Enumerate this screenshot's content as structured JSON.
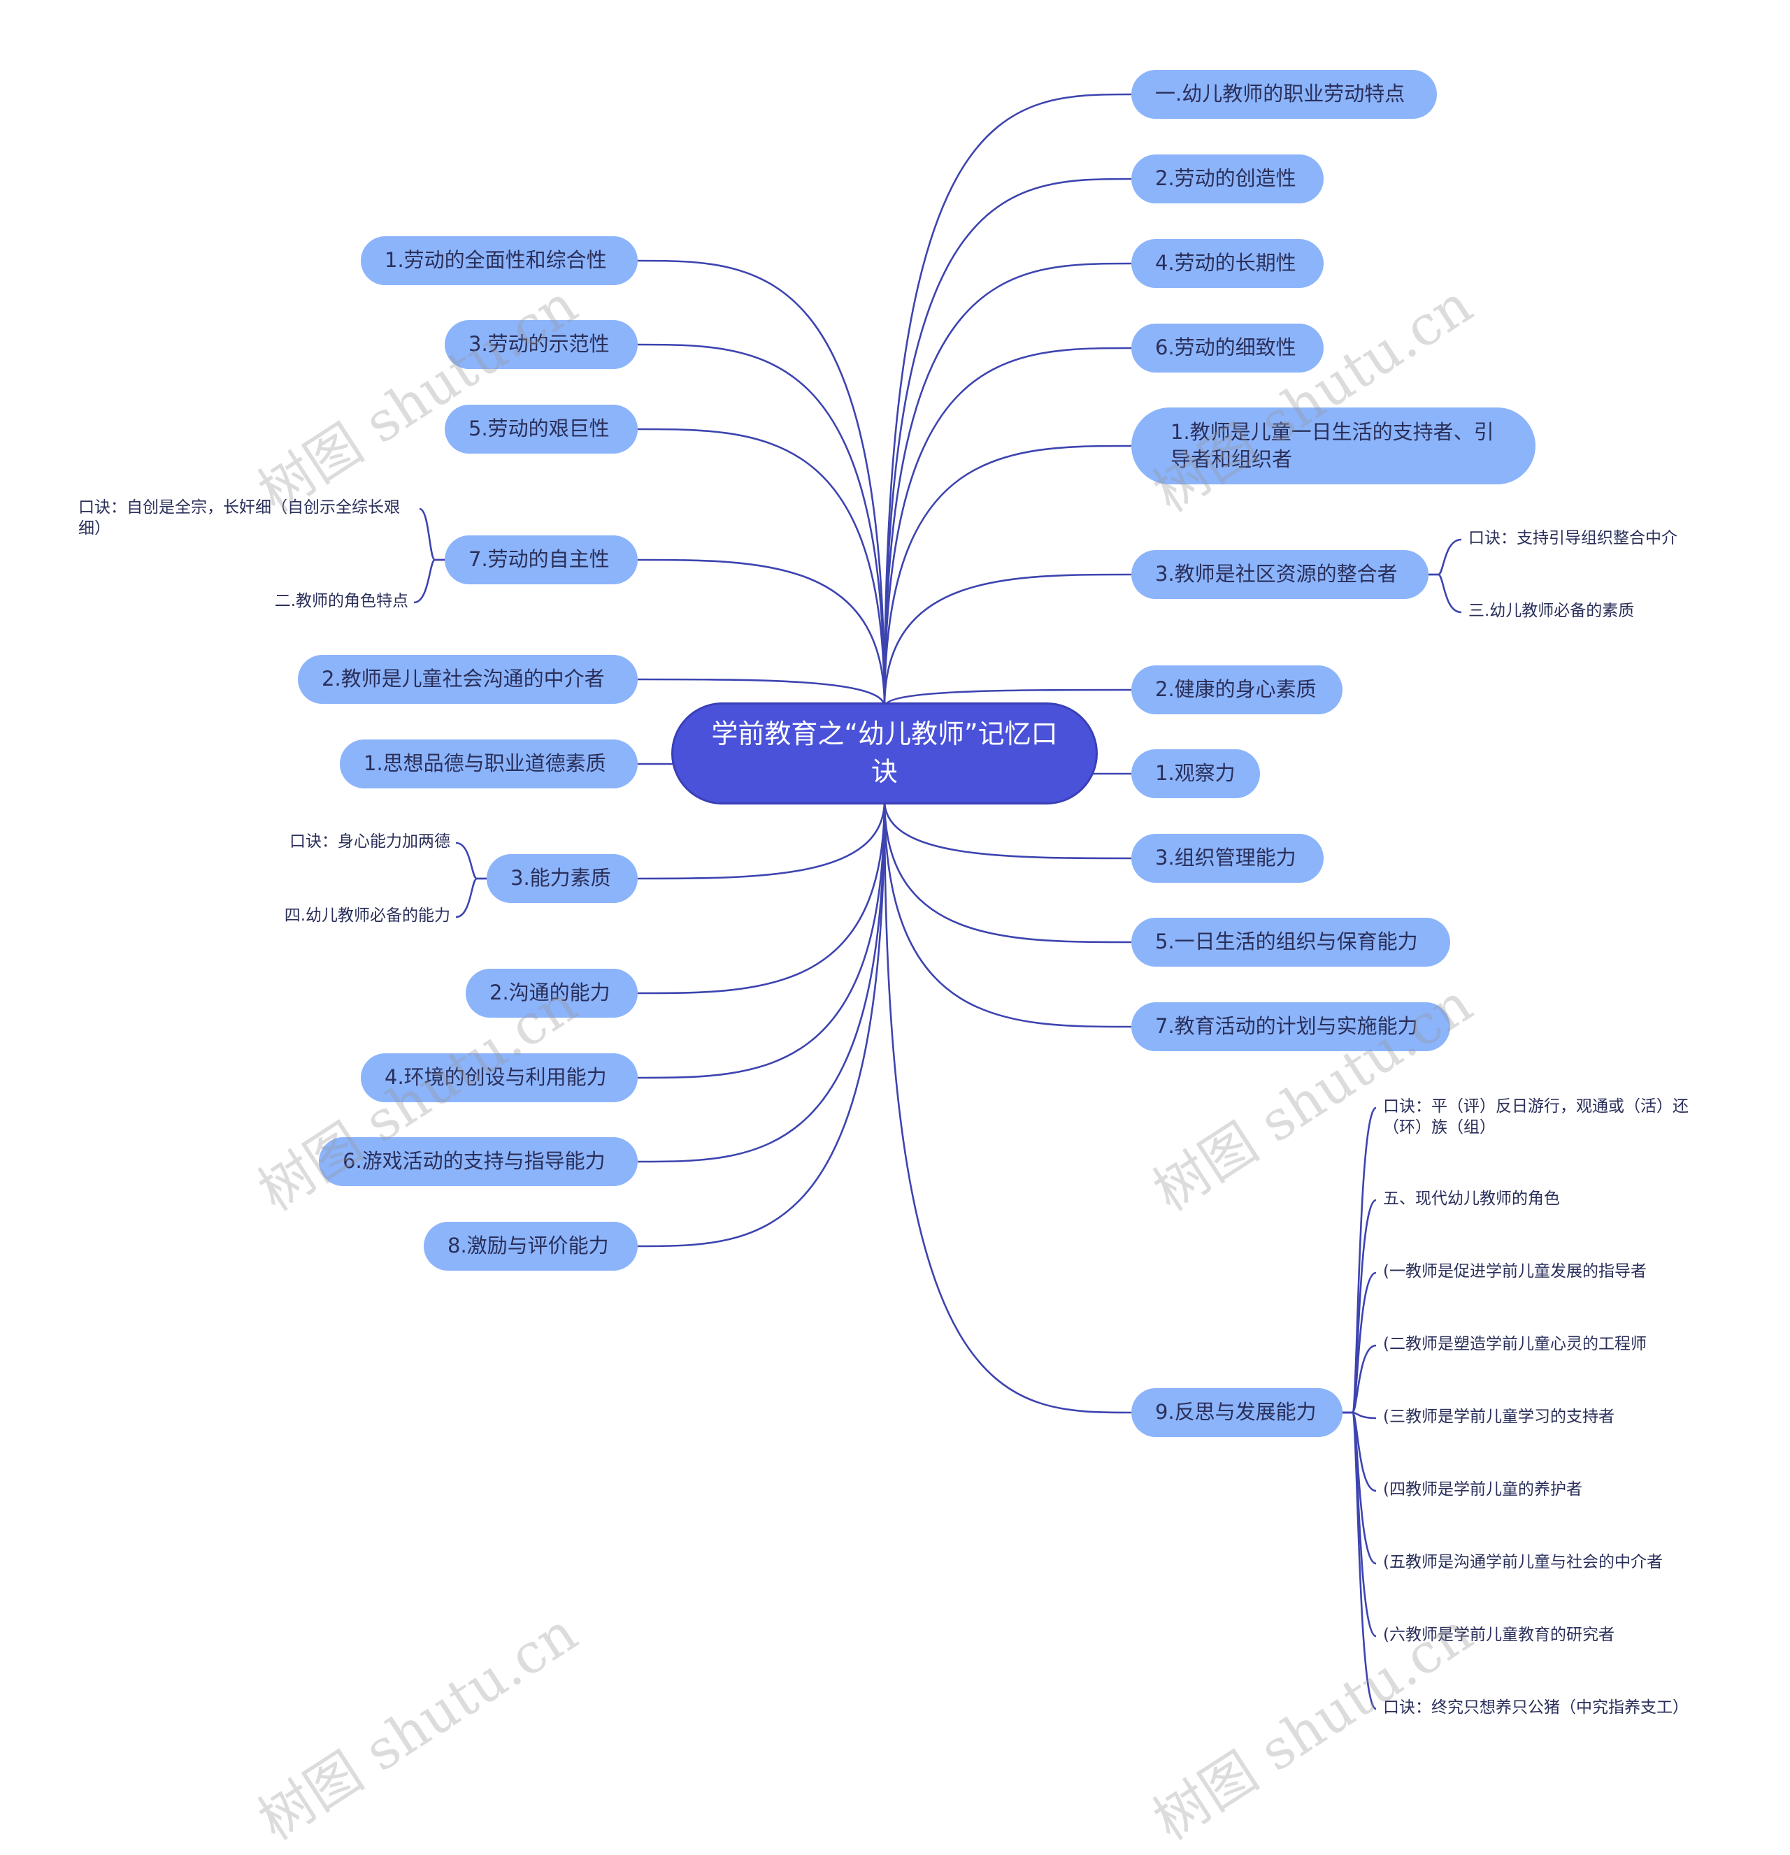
{
  "root": "学前教育之“幼儿教师”记忆口诀",
  "right_branches": [
    {
      "label": "一.幼儿教师的职业劳动特点"
    },
    {
      "label": "2.劳动的创造性"
    },
    {
      "label": "4.劳动的长期性"
    },
    {
      "label": "6.劳动的细致性"
    },
    {
      "label": "1.教师是儿童一日生活的支持者、引导者和组织者"
    },
    {
      "label": "3.教师是社区资源的整合者",
      "children": [
        "口诀：支持引导组织整合中介",
        "三.幼儿教师必备的素质"
      ]
    },
    {
      "label": "2.健康的身心素质"
    },
    {
      "label": "1.观察力"
    },
    {
      "label": "3.组织管理能力"
    },
    {
      "label": "5.一日生活的组织与保育能力"
    },
    {
      "label": "7.教育活动的计划与实施能力"
    },
    {
      "label": "9.反思与发展能力",
      "children": [
        "口诀：平（评）反日游行，观通或（活）还（环）族（组）",
        "五、现代幼儿教师的角色",
        "(一教师是促进学前儿童发展的指导者",
        "(二教师是塑造学前儿童心灵的工程师",
        "(三教师是学前儿童学习的支持者",
        "(四教师是学前儿童的养护者",
        "(五教师是沟通学前儿童与社会的中介者",
        "(六教师是学前儿童教育的研究者",
        "口诀：终究只想养只公猪（中究指养支工）"
      ]
    }
  ],
  "left_branches": [
    {
      "label": "1.劳动的全面性和综合性"
    },
    {
      "label": "3.劳动的示范性"
    },
    {
      "label": "5.劳动的艰巨性"
    },
    {
      "label": "7.劳动的自主性",
      "children": [
        "口诀：自创是全宗，长奸细（自创示全综长艰细）",
        "二.教师的角色特点"
      ]
    },
    {
      "label": "2.教师是儿童社会沟通的中介者"
    },
    {
      "label": "1.思想品德与职业道德素质"
    },
    {
      "label": "3.能力素质",
      "children": [
        "口诀：身心能力加两德",
        "四.幼儿教师必备的能力"
      ]
    },
    {
      "label": "2.沟通的能力"
    },
    {
      "label": "4.环境的创设与利用能力"
    },
    {
      "label": "6.游戏活动的支持与指导能力"
    },
    {
      "label": "8.激励与评价能力"
    }
  ],
  "watermark": "树图 shutu.cn",
  "colors": {
    "link": "#3d44b0",
    "node_fill": "#8cb4fb",
    "root_fill": "#4a52d9",
    "text": "#2a2f5a"
  }
}
